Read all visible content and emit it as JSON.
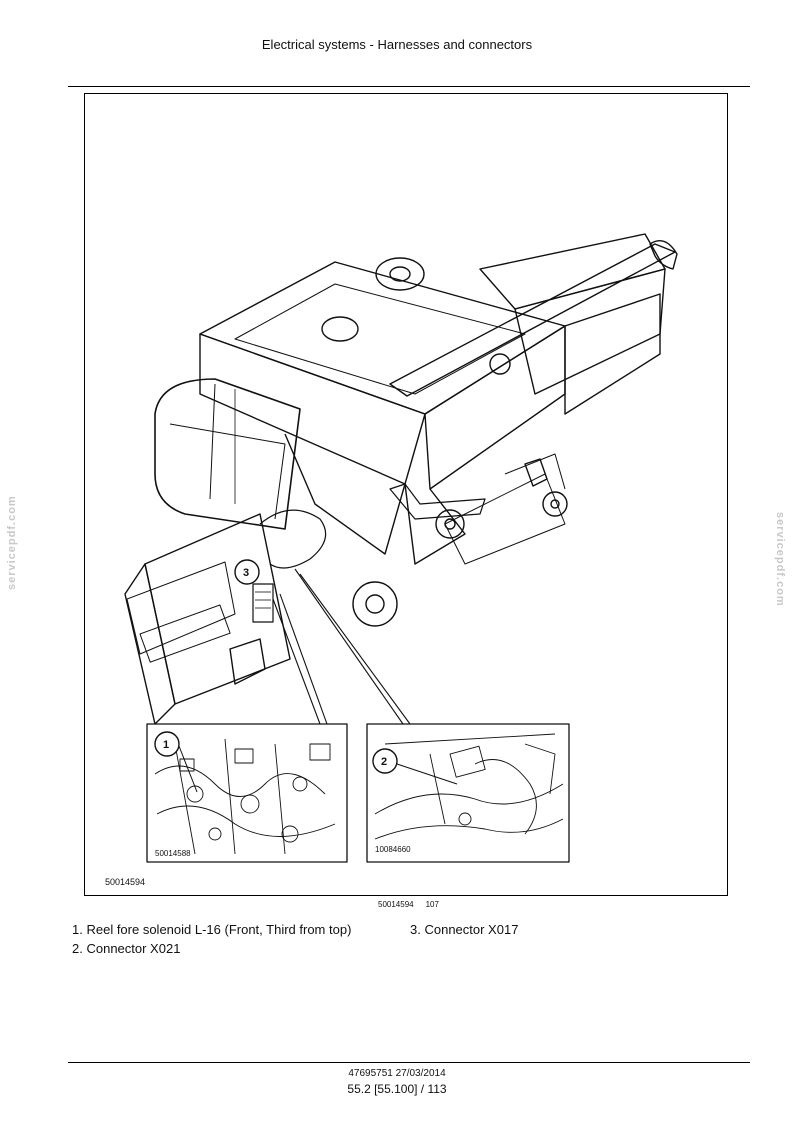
{
  "header": {
    "title": "Electrical systems - Harnesses and connectors"
  },
  "figure": {
    "frame_code": "50014594",
    "caption_code": "50014594",
    "caption_number": "107",
    "callouts": [
      "1",
      "2",
      "3"
    ],
    "inset_left_code": "50014588",
    "inset_right_code": "10084660"
  },
  "legend": {
    "items": [
      {
        "number": "1.",
        "text": "Reel fore solenoid L-16 (Front, Third from top)"
      },
      {
        "number": "2.",
        "text": "Connector X021"
      },
      {
        "number": "3.",
        "text": "Connector X017"
      }
    ]
  },
  "watermark": {
    "text": "servicepdf.com"
  },
  "footer": {
    "doc_ref": "47695751 27/03/2014",
    "page": "55.2 [55.100] / 113"
  }
}
